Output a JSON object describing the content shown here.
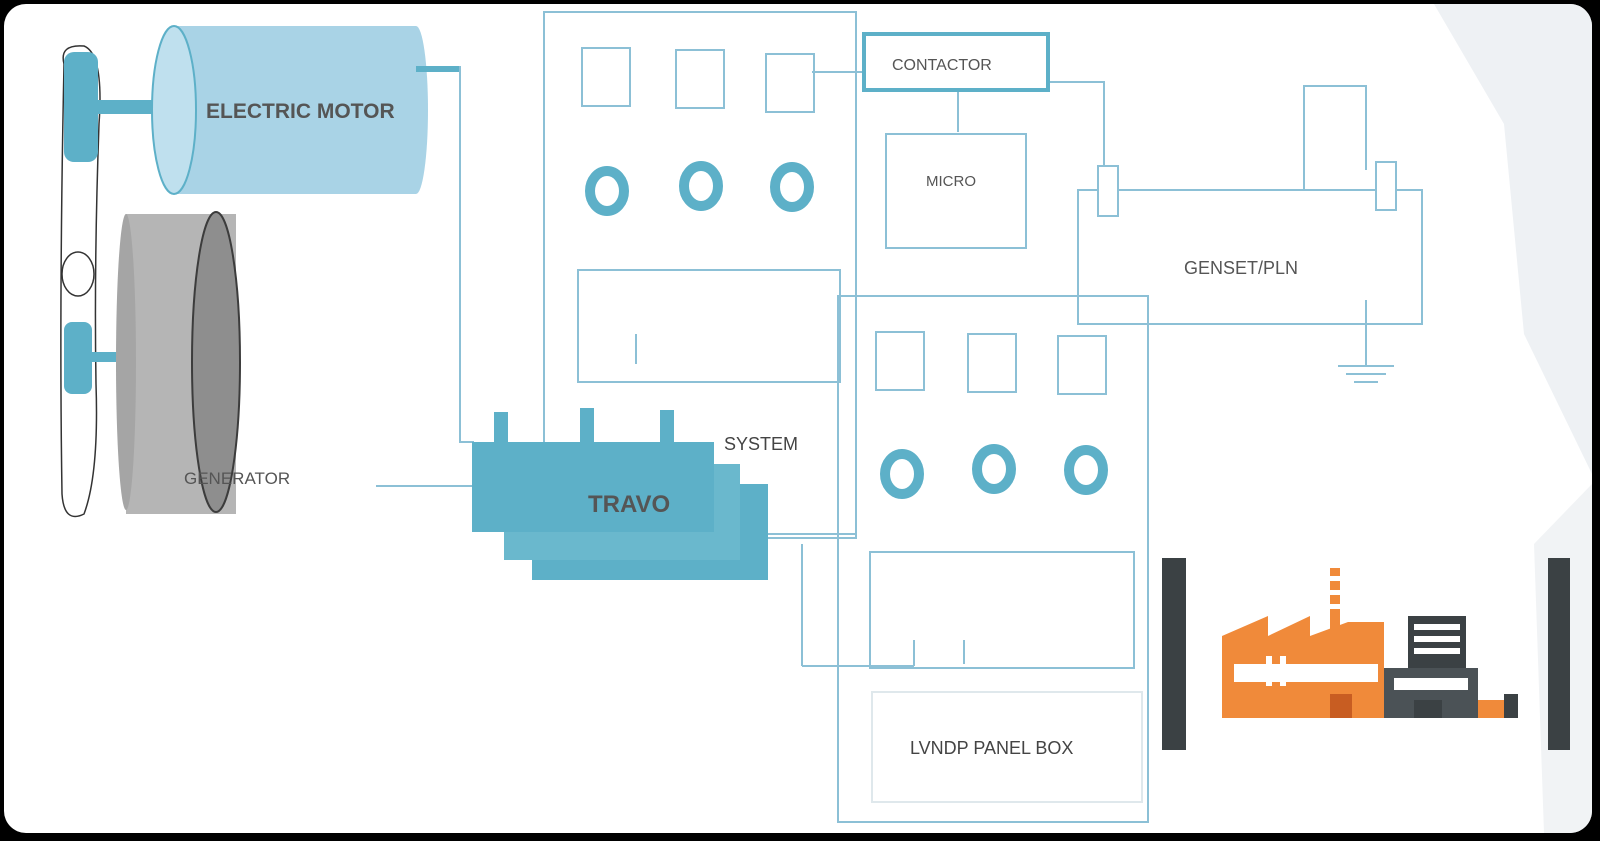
{
  "labels": {
    "electric_motor": "ELECTRIC MOTOR",
    "generator": "GENERATOR",
    "travo": "TRAVO",
    "system": "SYSTEM",
    "contactor": "CONTACTOR",
    "micro": "MICRO",
    "genset": "GENSET/PLN",
    "lvndp": "LVNDP PANEL BOX"
  },
  "colors": {
    "accent_blue": "#5db0c8",
    "motor_blue": "#a9d3e6",
    "generator_gray": "#b5b5b5",
    "line_blue": "#8cc0d6",
    "factory_orange": "#f08a3a",
    "dark_post": "#3b4144"
  },
  "icons": [
    "fan-belt-icon",
    "factory-icon",
    "ground-icon"
  ]
}
